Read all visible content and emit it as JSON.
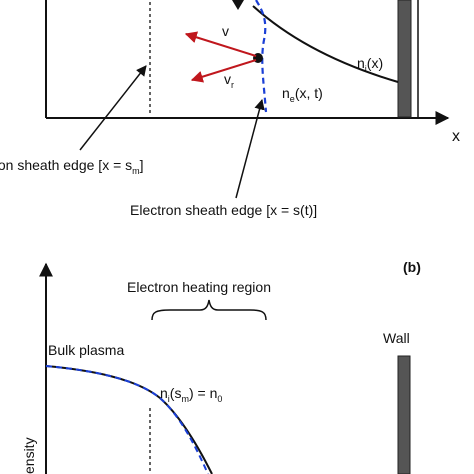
{
  "top_panel": {
    "velocity_v": "v",
    "velocity_vr_base": "v",
    "velocity_vr_sub": "r",
    "ion_density_base": "n",
    "ion_density_sub": "i",
    "ion_density_arg": "(x)",
    "electron_density_base": "n",
    "electron_density_sub": "e",
    "electron_density_arg": "(x, t)",
    "x_axis_label": "x",
    "ion_sheath_prefix": "Ion sheath edge [x = s",
    "ion_sheath_sub": "m",
    "ion_sheath_suffix": "]",
    "electron_sheath_label": "Electron sheath edge [x = s(t)]"
  },
  "bottom_panel": {
    "panel_tag": "(b)",
    "heating_region_label": "Electron heating region",
    "bulk_plasma_label": "Bulk plasma",
    "wall_label": "Wall",
    "density_eq_base": "n",
    "density_eq_sub1": "i",
    "density_eq_mid": "(s",
    "density_eq_sub2": "m",
    "density_eq_tail": ") = n",
    "density_eq_sub3": "0",
    "y_axis_label": "ensity"
  },
  "colors": {
    "velocity_arrow": "#c0171d",
    "electron_dashed": "#1a3fd6",
    "wall": "#555555"
  }
}
